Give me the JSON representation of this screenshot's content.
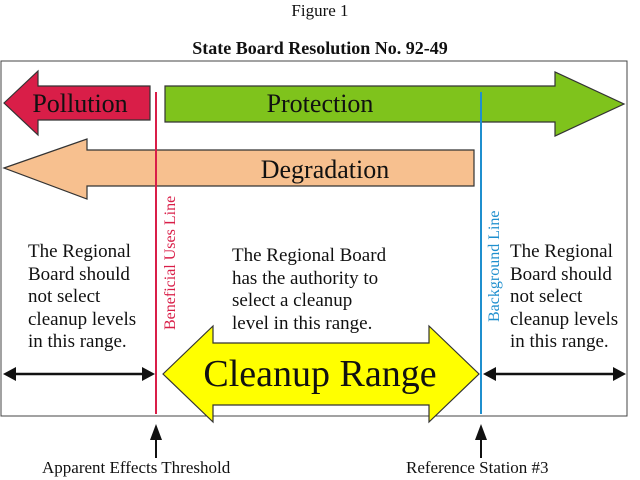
{
  "figure_label": "Figure 1",
  "title": "State Board Resolution No.  92-49",
  "arrows": {
    "pollution": {
      "label": "Pollution",
      "color": "#d91e48"
    },
    "protection": {
      "label": "Protection",
      "color": "#7fc31c"
    },
    "degradation": {
      "label": "Degradation",
      "color": "#f7c08f"
    },
    "cleanup_range": {
      "label": "Cleanup Range",
      "color": "#ffff00"
    }
  },
  "lines": {
    "beneficial_uses": {
      "label": "Beneficial Uses Line",
      "color": "#d91e48"
    },
    "background": {
      "label": "Background Line",
      "color": "#1f8fce"
    }
  },
  "notes": {
    "left": [
      "The Regional",
      "Board should",
      "not select",
      "cleanup levels",
      "in this range."
    ],
    "center": [
      "The Regional Board",
      "has the authority to",
      "select a cleanup",
      "level in this range."
    ],
    "right": [
      "The Regional",
      "Board should",
      "not select",
      "cleanup levels",
      "in this range."
    ]
  },
  "pointers": {
    "left": "Apparent Effects Threshold",
    "right": "Reference Station #3"
  }
}
